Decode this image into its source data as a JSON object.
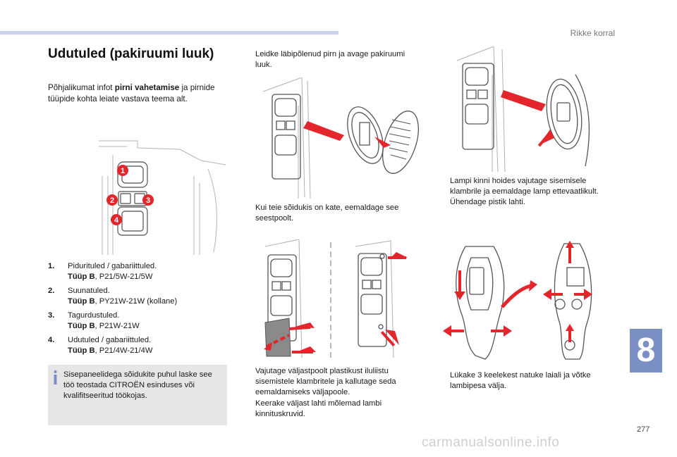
{
  "header": {
    "section": "Rikke korral"
  },
  "title": "Udutuled (pakiruumi luuk)",
  "intro": {
    "prefix": "Põhjalikumat infot ",
    "bold": "pirni vahetamise",
    "suffix": " ja pirnide tüüpide kohta leiate vastava teema alt."
  },
  "figure1": {
    "callouts": [
      "1",
      "2",
      "3",
      "4"
    ]
  },
  "items": [
    {
      "num": "1.",
      "name": "Pidurituled / gabariittuled.",
      "type_label": "Tüüp B",
      "type_value": ", P21/5W-21/5W"
    },
    {
      "num": "2.",
      "name": "Suunatuled.",
      "type_label": "Tüüp B",
      "type_value": ", PY21W-21W (kollane)"
    },
    {
      "num": "3.",
      "name": "Tagurdustuled.",
      "type_label": "Tüüp B",
      "type_value": ", P21W-21W"
    },
    {
      "num": "4.",
      "name": "Udutuled / gabariittuled.",
      "type_label": "Tüüp B",
      "type_value": ", P21/4W-21/4W"
    }
  ],
  "note": {
    "text": "Sisepaneelidega sõidukite puhul laske see töö teostada CITROËN esinduses või kvalifitseeritud töökojas.",
    "icon": "info-icon"
  },
  "steps": {
    "step1": "Leidke läbipõlenud pirn ja avage pakiruumi luuk.",
    "step2": "Kui teie sõidukis on kate, eemaldage see seestpoolt.",
    "step3": "Vajutage väljastpoolt plastikust iluliistu sisemistele klambritele ja kallutage seda eemaldamiseks väljapoole.",
    "step4": "Keerake väljast lahti mõlemad lambi kinnituskruvid.",
    "step5": "Lampi kinni hoides vajutage sisemisele klambrile ja eemaldage lamp ettevaatlikult.",
    "step6": "Ühendage pistik lahti.",
    "step7": "Lükake 3 keelekest natuke laiali ja võtke lambipesa välja."
  },
  "checkbox_glyph": "",
  "chapter_number": "8",
  "page_number": "277",
  "watermark": "carmanualsonline.info",
  "colors": {
    "accent_blue": "#7a8fc4",
    "topbar": "#c9d3ea",
    "arrow_red": "#e3262c",
    "note_bg": "#e6e6e6"
  }
}
